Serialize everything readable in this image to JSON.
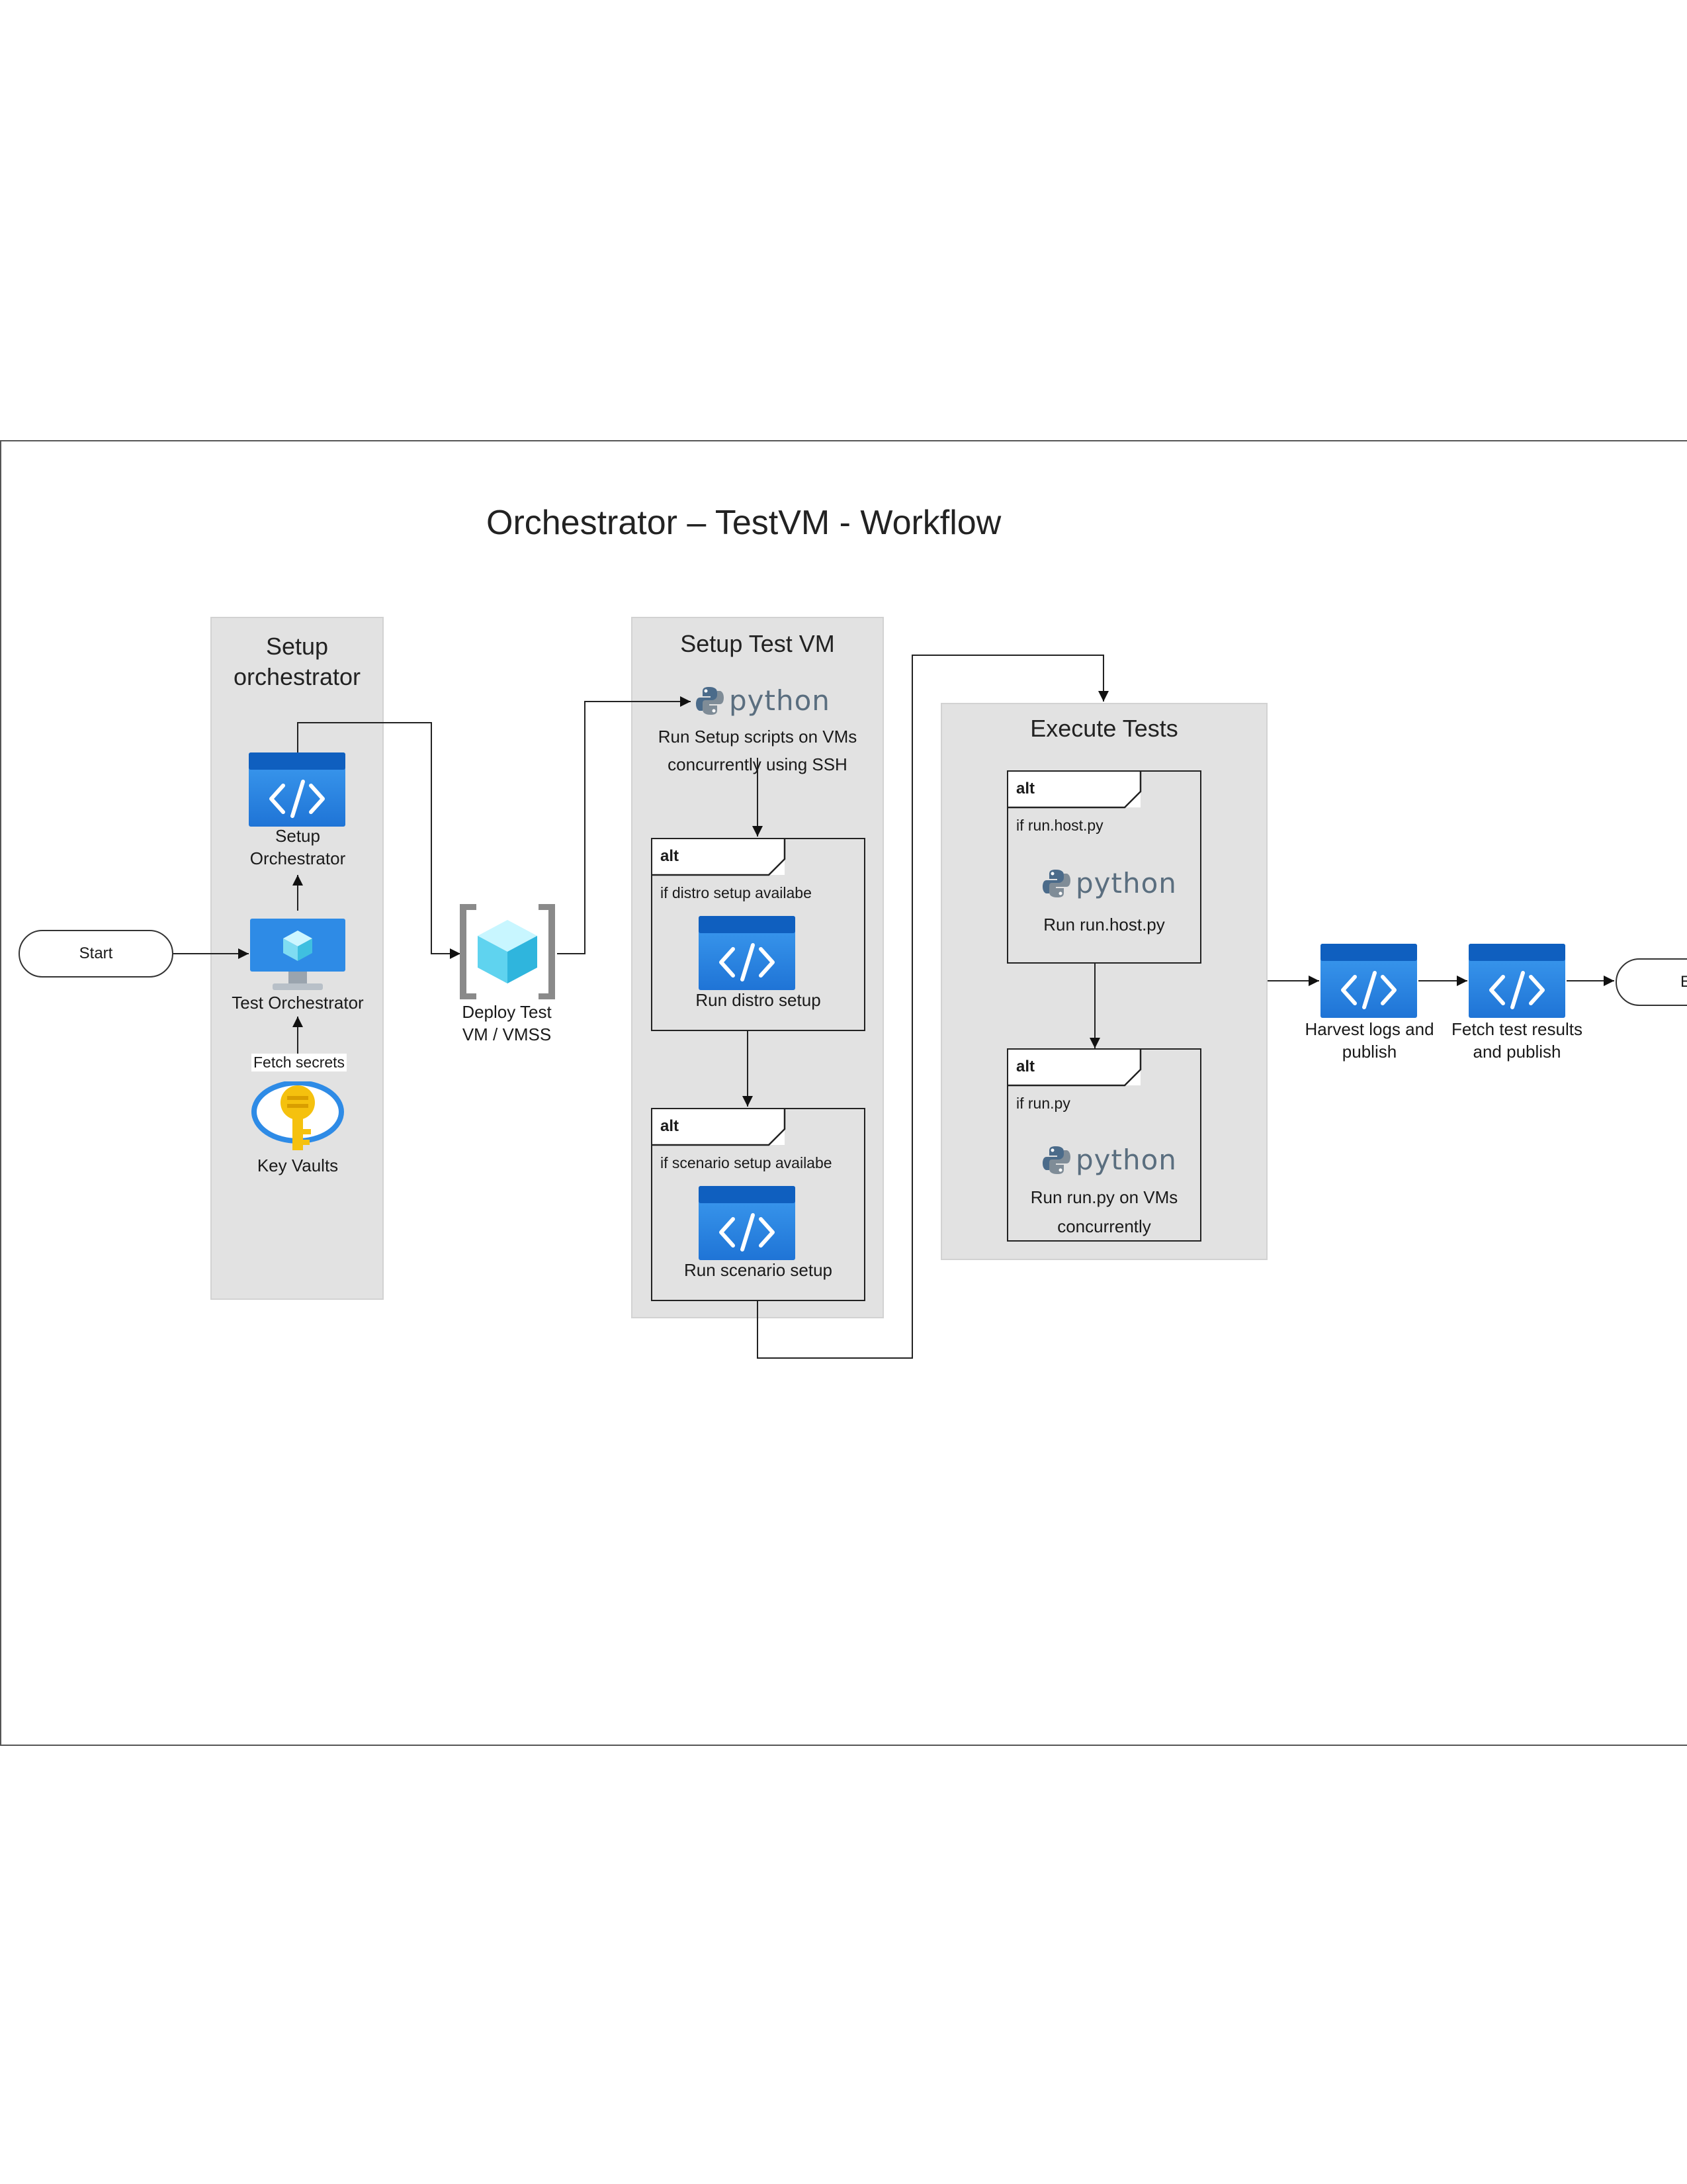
{
  "title": "Orchestrator – TestVM - Workflow",
  "lanes": {
    "setup_orchestrator": {
      "title_line1": "Setup",
      "title_line2": "orchestrator"
    },
    "setup_test_vm": {
      "title": "Setup Test VM"
    },
    "execute_tests": {
      "title": "Execute Tests"
    }
  },
  "nodes": {
    "start": "Start",
    "end": "E",
    "setup_orchestrator": {
      "line1": "Setup",
      "line2": "Orchestrator"
    },
    "test_orchestrator": "Test Orchestrator",
    "fetch_secrets": "Fetch secrets",
    "key_vaults": "Key Vaults",
    "deploy": {
      "line1": "Deploy Test",
      "line2": "VM / VMSS"
    },
    "setup_scripts": {
      "line1": "Run Setup scripts on VMs",
      "line2": "concurrently using SSH"
    },
    "harvest": {
      "line1": "Harvest logs and",
      "line2": "publish"
    },
    "fetch_results": {
      "line1": "Fetch test results",
      "line2": "and publish"
    }
  },
  "python_logo": "python",
  "alts": {
    "distro": {
      "tag": "alt",
      "condition": "if distro setup availabe",
      "label": "Run distro setup"
    },
    "scenario": {
      "tag": "alt",
      "condition": "if scenario setup availabe",
      "label": "Run scenario setup"
    },
    "runhost": {
      "tag": "alt",
      "condition": "if run.host.py",
      "label": "Run run.host.py"
    },
    "run": {
      "tag": "alt",
      "condition": "if run.py",
      "label_line1": "Run run.py on VMs",
      "label_line2": "concurrently"
    }
  },
  "icons": {
    "code": "code-window-icon",
    "monitor": "virtual-machine-icon",
    "key": "key-vault-icon",
    "vmss": "vm-scale-set-icon",
    "python": "python-logo-icon"
  },
  "colors": {
    "azure_blue": "#2e8be6",
    "azure_dark": "#1164c6",
    "lane_gray": "#e2e2e2",
    "key_gold": "#f5c10e"
  }
}
